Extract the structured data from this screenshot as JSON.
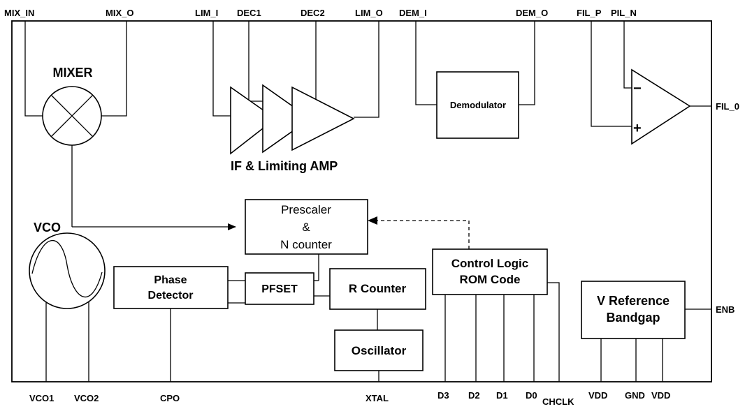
{
  "pins": {
    "mix_in": "MIX_IN",
    "mix_o": "MIX_O",
    "lim_i": "LIM_I",
    "dec1": "DEC1",
    "dec2": "DEC2",
    "lim_o": "LIM_O",
    "dem_i": "DEM_I",
    "dem_o": "DEM_O",
    "fil_p": "FIL_P",
    "pil_n": "PIL_N",
    "fil_0": "FIL_0",
    "enb": "ENB",
    "vco1": "VCO1",
    "vco2": "VCO2",
    "cpo": "CPO",
    "xtal": "XTAL",
    "d3": "D3",
    "d2": "D2",
    "d1": "D1",
    "d0": "D0",
    "chclk": "CHCLK",
    "vdd_left": "VDD",
    "gnd": "GND",
    "vdd_right": "VDD"
  },
  "blocks": {
    "mixer": "MIXER",
    "if_amp": "IF & Limiting AMP",
    "demodulator": "Demodulator",
    "vco": "VCO",
    "prescaler_line1": "Prescaler",
    "prescaler_line2": "&",
    "prescaler_line3": "N counter",
    "phase_line1": "Phase",
    "phase_line2": "Detector",
    "pfset": "PFSET",
    "r_counter": "R Counter",
    "oscillator": "Oscillator",
    "control_line1": "Control Logic",
    "control_line2": "ROM Code",
    "vref_line1": "V Reference",
    "vref_line2": "Bandgap"
  },
  "opamp_signs": {
    "minus": "−",
    "plus": "+"
  }
}
